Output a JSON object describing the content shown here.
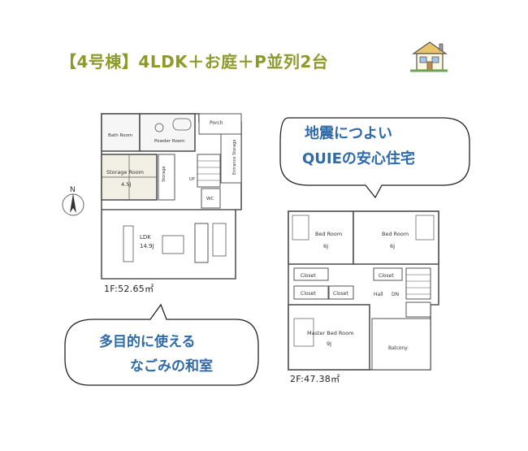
{
  "title": "【4号棟】4LDK＋お庭＋P並列2台",
  "bubble1": {
    "line1": "地震につよい",
    "line2": "QUIEの安心住宅"
  },
  "bubble2": {
    "line1": "多目的に使える",
    "line2": "なごみの和室"
  },
  "floor1": {
    "area": "1F:52.65㎡",
    "rooms": {
      "bath": "Bath Room",
      "powder": "Powder Room",
      "porch": "Porch",
      "storage_room": "Storage Room",
      "storage_room_size": "4.5J",
      "storage": "Storage",
      "entrance_storage": "Entrance Storage",
      "ldk": "LDK",
      "ldk_size": "14.9J",
      "wc": "WC",
      "up": "UP"
    }
  },
  "floor2": {
    "area": "2F:47.38㎡",
    "rooms": {
      "bed1": "Bed Room",
      "bed1_size": "6J",
      "bed2": "Bed Room",
      "bed2_size": "6J",
      "closet1": "Closet",
      "closet2": "Closet",
      "closet3": "Closet",
      "closet4": "Closet",
      "hall": "Hall",
      "dn": "DN",
      "master": "Master Bed Room",
      "master_size": "9J",
      "balcony": "Balcony"
    }
  },
  "compass": "N"
}
